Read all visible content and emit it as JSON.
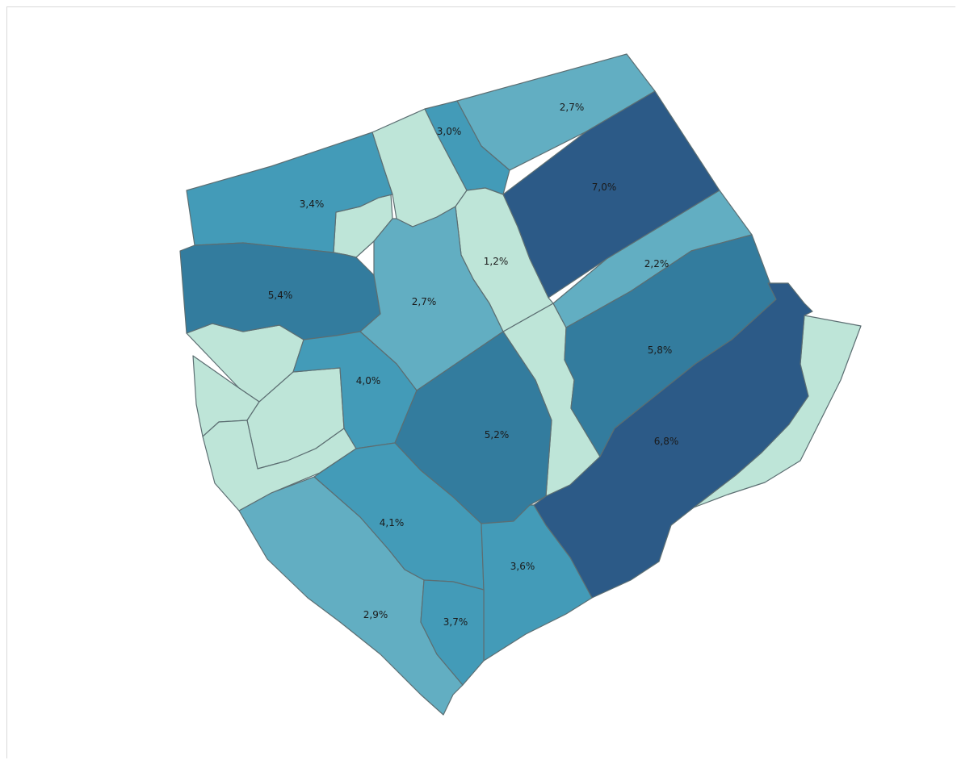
{
  "colors": {
    "palest": "#bee5d8",
    "light": "#62aec2",
    "medium": "#439bb8",
    "medium_dark": "#337c9e",
    "dark": "#2c5a87",
    "border": "#5c6e72"
  },
  "map": {
    "regions": [
      {
        "id": "ne-top",
        "label": "2,7%",
        "value": 2.7,
        "shade": "light"
      },
      {
        "id": "n-small",
        "label": "3,0%",
        "value": 3.0,
        "shade": "medium"
      },
      {
        "id": "nw-top",
        "label": "3,4%",
        "value": 3.4,
        "shade": "medium"
      },
      {
        "id": "ne-big",
        "label": "7,0%",
        "value": 7.0,
        "shade": "dark"
      },
      {
        "id": "n-strip",
        "label": "1,2%",
        "value": 1.2,
        "shade": "palest"
      },
      {
        "id": "e-band",
        "label": "2,2%",
        "value": 2.2,
        "shade": "light"
      },
      {
        "id": "w-mid",
        "label": "5,4%",
        "value": 5.4,
        "shade": "medium_dark"
      },
      {
        "id": "center-n",
        "label": "2,7%",
        "value": 2.7,
        "shade": "light"
      },
      {
        "id": "e-mid",
        "label": "5,8%",
        "value": 5.8,
        "shade": "medium_dark"
      },
      {
        "id": "w-center",
        "label": "4,0%",
        "value": 4.0,
        "shade": "medium"
      },
      {
        "id": "center",
        "label": "5,2%",
        "value": 5.2,
        "shade": "medium_dark"
      },
      {
        "id": "se-big",
        "label": "6,8%",
        "value": 6.8,
        "shade": "dark"
      },
      {
        "id": "s-center",
        "label": "4,1%",
        "value": 4.1,
        "shade": "medium"
      },
      {
        "id": "s-east",
        "label": "3,6%",
        "value": 3.6,
        "shade": "medium"
      },
      {
        "id": "sw",
        "label": "2,9%",
        "value": 2.9,
        "shade": "light"
      },
      {
        "id": "s-small",
        "label": "3,7%",
        "value": 3.7,
        "shade": "medium"
      }
    ]
  }
}
